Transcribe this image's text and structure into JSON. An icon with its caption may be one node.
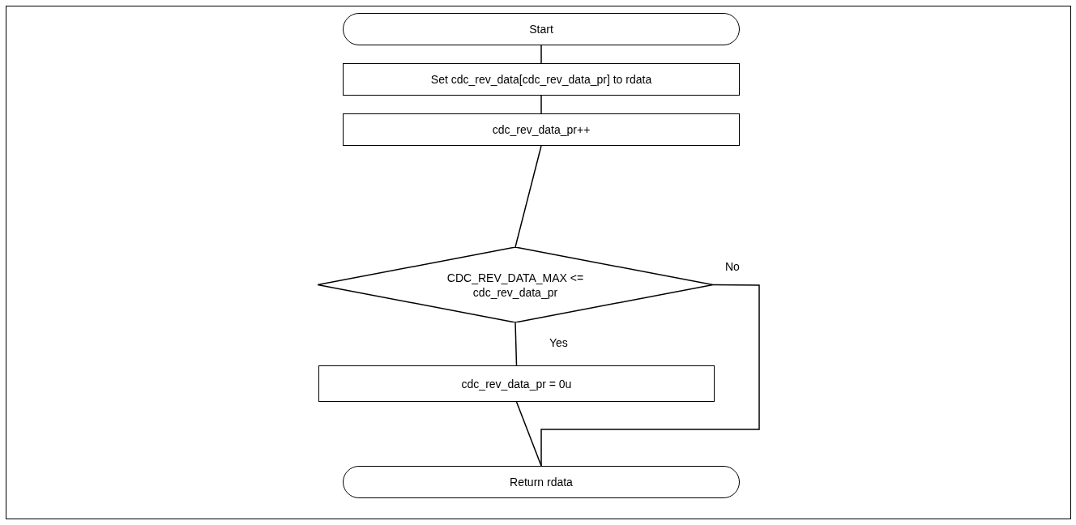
{
  "diagram": {
    "nodes": [
      {
        "text": [
          "Start"
        ]
      },
      {
        "text": [
          "Set cdc_rev_data[cdc_rev_data_pr] to rdata"
        ]
      },
      {
        "text": [
          "cdc_rev_data_pr++"
        ]
      },
      {
        "text": [
          "CDC_REV_DATA_MAX <= cdc_rev_data_pr"
        ]
      },
      {
        "text": [
          "cdc_rev_data_pr = 0u"
        ]
      },
      {
        "text": [
          "Return rdata"
        ]
      }
    ],
    "edges": [
      {
        "from": 0,
        "to": 1,
        "arrow": "none"
      },
      {
        "from": 1,
        "to": 2,
        "arrow": "none"
      },
      {
        "from": 2,
        "to": 3,
        "arrow": "none"
      },
      {
        "from": 3,
        "to": 4,
        "label": "Yes",
        "arrow": "none"
      },
      {
        "from": 3,
        "to": 5,
        "label": "No",
        "arrow": "none"
      },
      {
        "from": 4,
        "to": 5,
        "arrow": "none"
      }
    ]
  }
}
